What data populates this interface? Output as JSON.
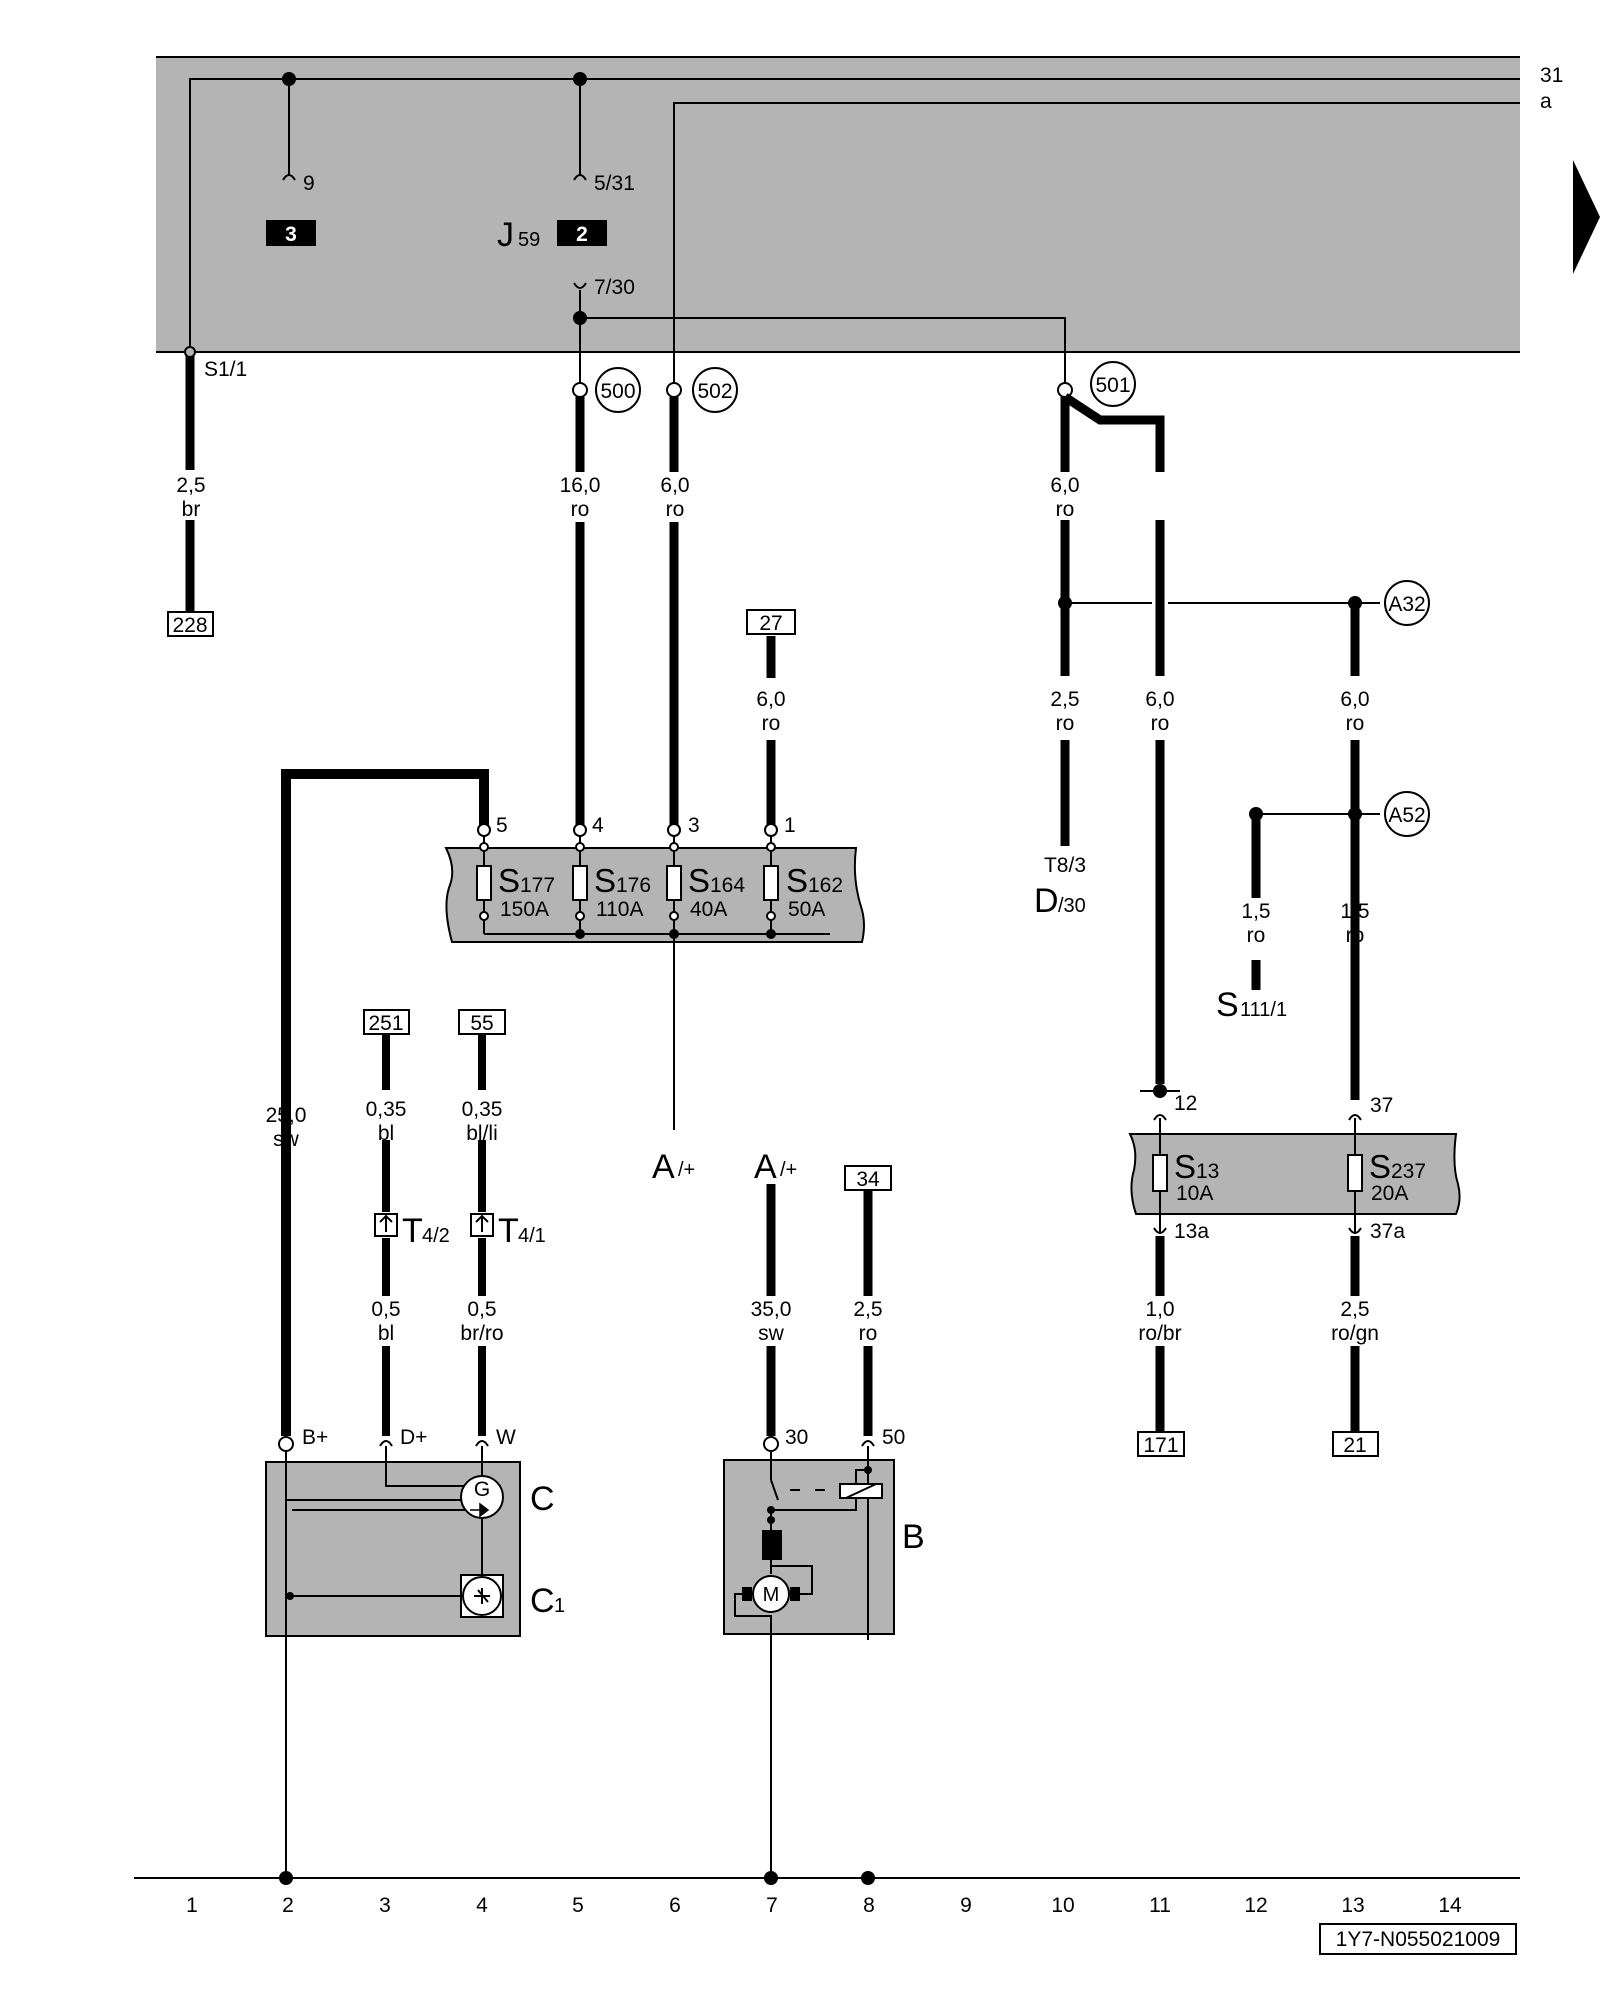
{
  "relay_panel": {
    "wire_31": "31",
    "wire_a": "a",
    "pin_9": "9",
    "pin_5_31": "5/31",
    "pin_7_30": "7/30",
    "slot_3": "3",
    "slot_2": "2",
    "relay_letter": "J",
    "relay_sub": "59",
    "pin_s1_1": "S1/1"
  },
  "junctions": {
    "j500": "500",
    "j502": "502",
    "j501": "501",
    "jA32": "A32",
    "jA52": "A52"
  },
  "wires": {
    "w2_size": "2,5",
    "w2_color": "br",
    "w5_size": "16,0",
    "w5_color": "ro",
    "w6_size": "6,0",
    "w6_color": "ro",
    "w8_size": "6,0",
    "w8_color": "ro",
    "w10a_size": "6,0",
    "w10a_color": "ro",
    "w10b_size": "2,5",
    "w10b_color": "ro",
    "w11_size": "6,0",
    "w11_color": "ro",
    "w13a_size": "6,0",
    "w13a_color": "ro",
    "w12_size": "1,5",
    "w12_color": "ro",
    "w13b_size": "1,5",
    "w13b_color": "ro",
    "w2b_size": "25,0",
    "w2b_color": "sw",
    "w3a_size": "0,35",
    "w3a_color": "bl",
    "w4a_size": "0,35",
    "w4a_color": "bl/li",
    "w3b_size": "0,5",
    "w3b_color": "bl",
    "w4b_size": "0,5",
    "w4b_color": "br/ro",
    "w7_size": "35,0",
    "w7_color": "sw",
    "w8b_size": "2,5",
    "w8b_color": "ro",
    "w11b_size": "1,0",
    "w11b_color": "ro/br",
    "w13c_size": "2,5",
    "w13c_color": "ro/gn"
  },
  "refs": {
    "r228": "228",
    "r27": "27",
    "r251": "251",
    "r55": "55",
    "r34": "34",
    "r171": "171",
    "r21": "21"
  },
  "fuse_box_1": {
    "pin5": "5",
    "pin4": "4",
    "pin3": "3",
    "pin1": "1",
    "f1_letter": "S",
    "f1_sub": "177",
    "f1_rating": "150A",
    "f2_letter": "S",
    "f2_sub": "176",
    "f2_rating": "110A",
    "f3_letter": "S",
    "f3_sub": "164",
    "f3_rating": "40A",
    "f4_letter": "S",
    "f4_sub": "162",
    "f4_rating": "50A"
  },
  "fuse_box_2": {
    "pin12": "12",
    "pin37": "37",
    "pin13a": "13a",
    "pin37a": "37a",
    "f1_letter": "S",
    "f1_sub": "13",
    "f1_rating": "10A",
    "f2_letter": "S",
    "f2_sub": "237",
    "f2_rating": "20A"
  },
  "connectors": {
    "t8": "T8/3",
    "d_letter": "D",
    "d_sub": "/30",
    "s111_letter": "S",
    "s111_sub": "111/1",
    "a1_letter": "A",
    "a1_sub": "/+",
    "a2_letter": "A",
    "a2_sub": "/+",
    "t42_letter": "T",
    "t42_sub": "4/2",
    "t41_letter": "T",
    "t41_sub": "4/1"
  },
  "components": {
    "gen_pin_bplus": "B+",
    "gen_pin_dplus": "D+",
    "gen_pin_w": "W",
    "gen_label": "C",
    "reg_letter": "C",
    "reg_sub": "1",
    "gen_symbol": "G",
    "starter_symbol": "M",
    "starter_pin_30": "30",
    "starter_pin_50": "50",
    "starter_label": "B"
  },
  "ruler": {
    "tracks": [
      "1",
      "2",
      "3",
      "4",
      "5",
      "6",
      "7",
      "8",
      "9",
      "10",
      "11",
      "12",
      "13",
      "14"
    ],
    "doc_id": "1Y7-N055021009"
  }
}
